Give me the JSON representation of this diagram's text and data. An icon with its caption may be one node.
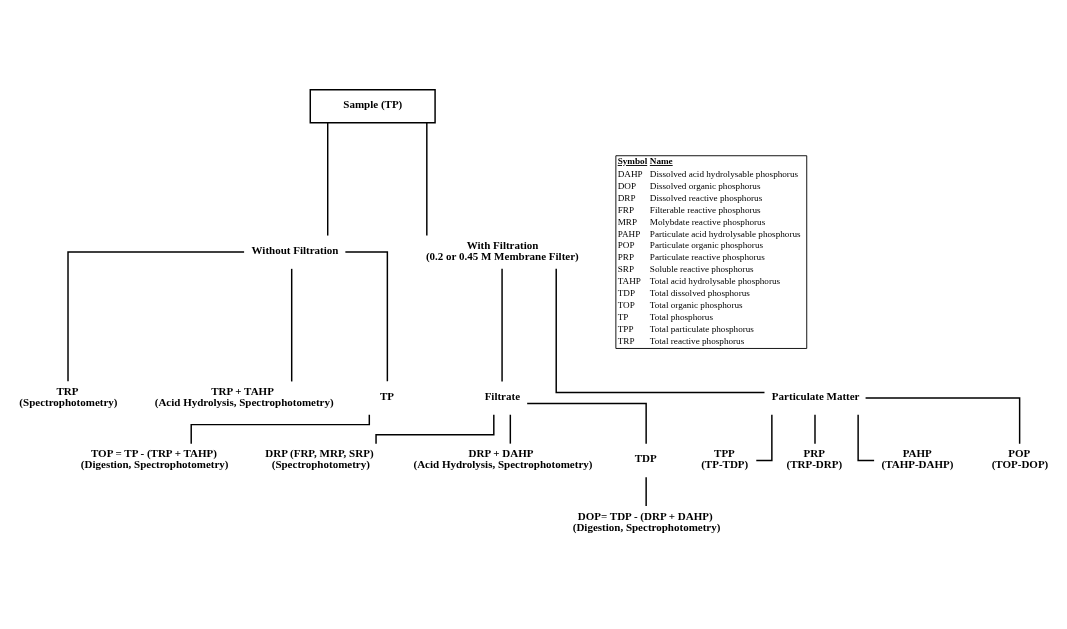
{
  "diagram": {
    "nodes": [
      {
        "text": [
          "Sample (TP)"
        ]
      },
      {
        "text": [
          "Without Filtration"
        ]
      },
      {
        "text": [
          "With Filtration",
          "(0.2 or 0.45 M Membrane Filter)"
        ]
      },
      {
        "text": [
          "TRP",
          "(Spectrophotometry)"
        ]
      },
      {
        "text": [
          "TRP + TAHP",
          "(Acid Hydrolysis, Spectrophotometry)"
        ]
      },
      {
        "text": [
          "TP"
        ]
      },
      {
        "text": [
          "TOP = TP - (TRP + TAHP)",
          "(Digestion, Spectrophotometry)"
        ]
      },
      {
        "text": [
          "Filtrate"
        ]
      },
      {
        "text": [
          "Particulate Matter"
        ]
      },
      {
        "text": [
          "DRP (FRP, MRP, SRP)",
          "(Spectrophotometry)"
        ]
      },
      {
        "text": [
          "DRP + DAHP",
          "(Acid Hydrolysis, Spectrophotometry)"
        ]
      },
      {
        "text": [
          "TDP"
        ]
      },
      {
        "text": [
          "DOP= TDP - (DRP + DAHP)",
          "(Digestion, Spectrophotometry)"
        ]
      },
      {
        "text": [
          "TPP",
          "(TP-TDP)"
        ]
      },
      {
        "text": [
          "PRP",
          "(TRP-DRP)"
        ]
      },
      {
        "text": [
          "PAHP",
          "(TAHP-DAHP)"
        ]
      },
      {
        "text": [
          "POP",
          "(TOP-DOP)"
        ]
      }
    ],
    "edges": [
      {
        "from": 0,
        "to": 1,
        "arrow": "none"
      },
      {
        "from": 0,
        "to": 2,
        "arrow": "none"
      },
      {
        "from": 1,
        "to": 3,
        "arrow": "none"
      },
      {
        "from": 1,
        "to": 4,
        "arrow": "none"
      },
      {
        "from": 1,
        "to": 5,
        "arrow": "none"
      },
      {
        "from": 5,
        "to": 6,
        "arrow": "none"
      },
      {
        "from": 2,
        "to": 7,
        "arrow": "none"
      },
      {
        "from": 2,
        "to": 8,
        "arrow": "none"
      },
      {
        "from": 7,
        "to": 9,
        "arrow": "none"
      },
      {
        "from": 7,
        "to": 10,
        "arrow": "none"
      },
      {
        "from": 7,
        "to": 11,
        "arrow": "none"
      },
      {
        "from": 11,
        "to": 12,
        "arrow": "none"
      },
      {
        "from": 8,
        "to": 13,
        "arrow": "none"
      },
      {
        "from": 8,
        "to": 14,
        "arrow": "none"
      },
      {
        "from": 8,
        "to": 15,
        "arrow": "none"
      },
      {
        "from": 8,
        "to": 16,
        "arrow": "none"
      }
    ],
    "labels": [
      "Symbol",
      "Name",
      "DAHP",
      "Dissolved acid hydrolysable phosphorus",
      "DOP",
      "Dissolved organic phosphorus",
      "DRP",
      "Dissolved reactive phosphorus",
      "FRP",
      "Filterable reactive phosphorus",
      "MRP",
      "Molybdate reactive phosphorus",
      "PAHP",
      "Particulate acid hydrolysable phosphorus",
      "POP",
      "Particulate organic phosphorus",
      "PRP",
      "Particulate reactive phosphorus",
      "SRP",
      "Soluble reactive phosphorus",
      "TAHP",
      "Total acid hydrolysable phosphorus",
      "TDP",
      "Total dissolved phosphorus",
      "TOP",
      "Total organic phosphorus",
      "TP",
      "Total phosphorus",
      "TPP",
      "Total particulate phosphorus",
      "TRP",
      "Total reactive phosphorus"
    ]
  }
}
